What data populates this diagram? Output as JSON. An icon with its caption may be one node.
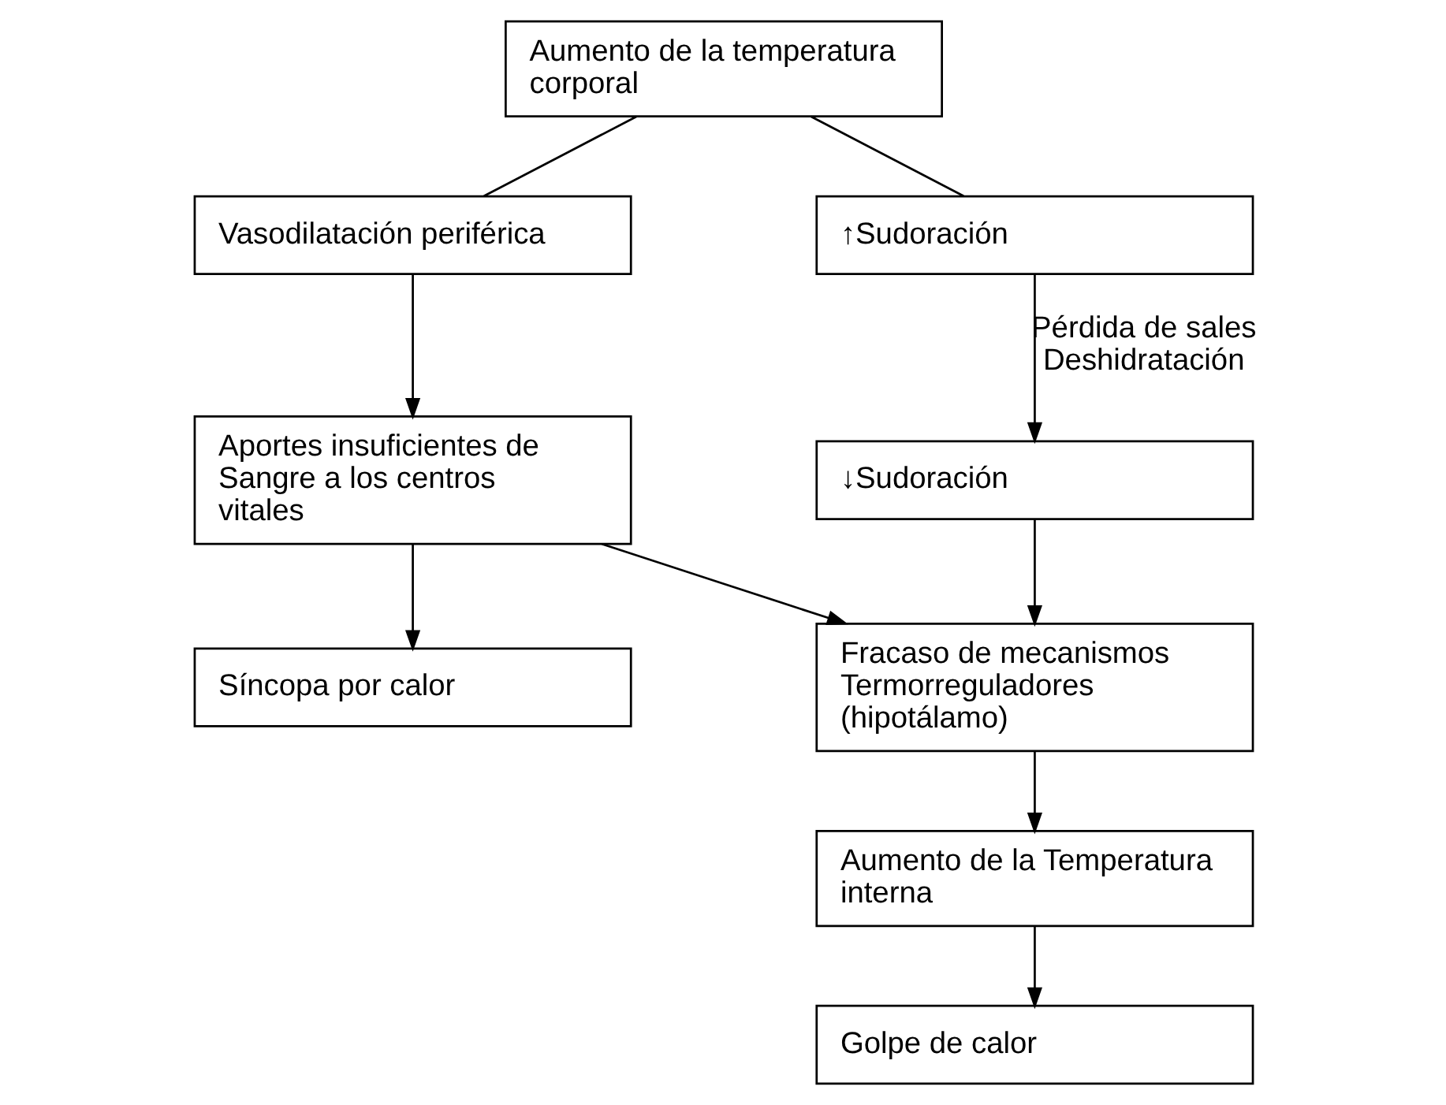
{
  "diagram": {
    "nodes": [
      {
        "text": [
          "Aumento de la temperatura corporal"
        ]
      },
      {
        "text": [
          "Vasodilatación periférica"
        ]
      },
      {
        "text": [
          "↑Sudoración"
        ]
      },
      {
        "text": [
          "Aportes insuficientes de Sangre a los centros vitales"
        ]
      },
      {
        "text": [
          "↓Sudoración"
        ]
      },
      {
        "text": [
          "Síncopa por calor"
        ]
      },
      {
        "text": [
          "Fracaso de mecanismos Termorreguladores (hipotálamo)"
        ]
      },
      {
        "text": [
          "Aumento de la Temperatura interna"
        ]
      },
      {
        "text": [
          "Golpe de calor"
        ]
      }
    ],
    "edges": [
      {
        "from": 0,
        "to": 1,
        "arrow": "none"
      },
      {
        "from": 0,
        "to": 2,
        "arrow": "none"
      },
      {
        "from": 1,
        "to": 3,
        "arrow": "to"
      },
      {
        "from": 2,
        "to": 4,
        "arrow": "to",
        "label": "Pérdida de sales Deshidratación"
      },
      {
        "from": 3,
        "to": 5,
        "arrow": "to"
      },
      {
        "from": 3,
        "to": 6,
        "arrow": "to"
      },
      {
        "from": 4,
        "to": 6,
        "arrow": "to"
      },
      {
        "from": 6,
        "to": 7,
        "arrow": "to"
      },
      {
        "from": 7,
        "to": 8,
        "arrow": "to"
      }
    ]
  }
}
